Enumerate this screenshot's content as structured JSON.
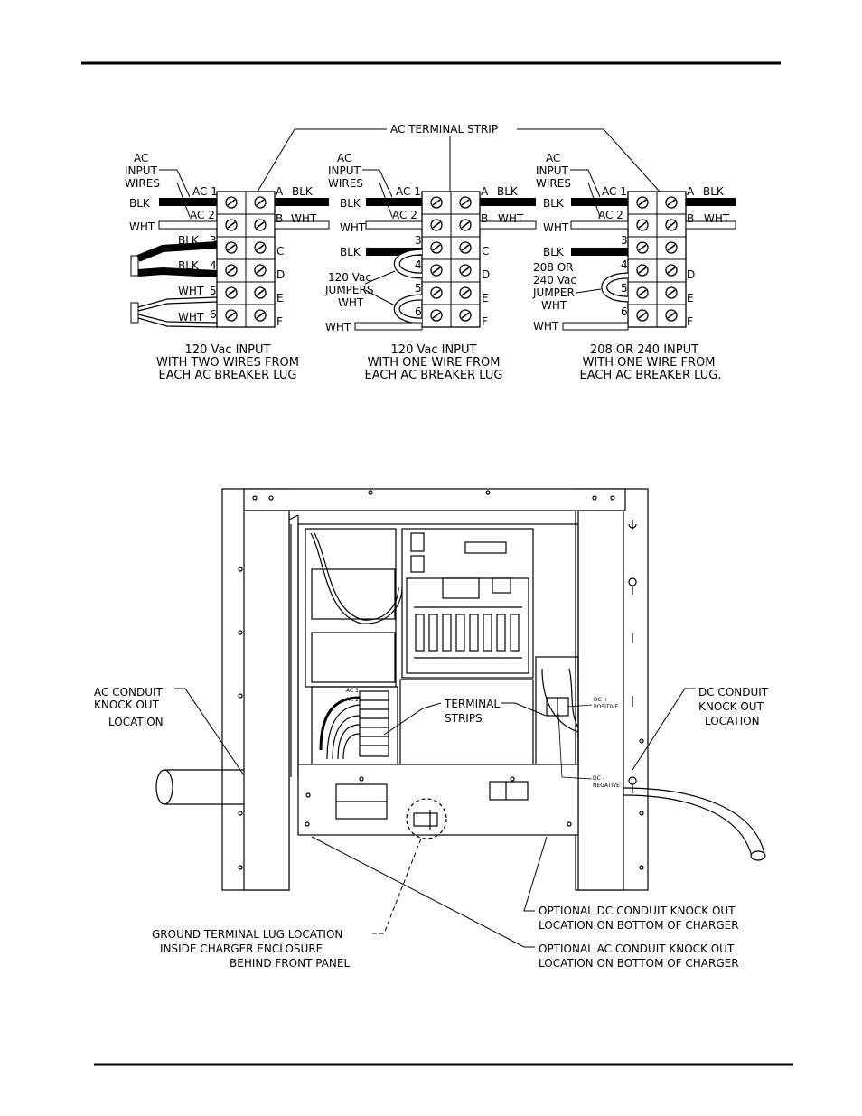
{
  "top": {
    "title": "AC TERMINAL STRIP",
    "left_label": [
      "AC",
      "INPUT",
      "WIRES"
    ],
    "wire": {
      "ac1": "AC 1",
      "ac2": "AC 2",
      "a": "A",
      "b": "B",
      "c": "C",
      "d": "D",
      "e": "E",
      "f": "F",
      "blk": "BLK",
      "wht": "WHT",
      "n3": "3",
      "n4": "4",
      "n5": "5",
      "n6": "6"
    },
    "mid_jumpers": [
      "120 Vac",
      "JUMPERS",
      "WHT"
    ],
    "right_jumper": [
      "208 OR",
      "240 Vac",
      "JUMPER",
      "WHT"
    ],
    "captions": {
      "left": [
        "120 Vac INPUT",
        "WITH TWO WIRES FROM",
        "EACH AC BREAKER LUG"
      ],
      "mid": [
        "120 Vac INPUT",
        "WITH ONE WIRE FROM",
        "EACH AC BREAKER LUG"
      ],
      "right": [
        "208 OR 240 INPUT",
        "WITH ONE WIRE FROM",
        "EACH AC BREAKER LUG."
      ]
    }
  },
  "bottom": {
    "ac_conduit": [
      "AC CONDUIT",
      "KNOCK OUT",
      "LOCATION"
    ],
    "dc_conduit": [
      "DC CONDUIT",
      "KNOCK OUT",
      "LOCATION"
    ],
    "terminal_strips": [
      "TERMINAL",
      "STRIPS"
    ],
    "dc_pos": [
      "DC +",
      "POSITIVE"
    ],
    "dc_neg": [
      "DC -",
      "NEGATIVE"
    ],
    "ac1": "AC 1",
    "ac2": "AC 2",
    "ground": [
      "GROUND TERMINAL LUG LOCATION",
      "INSIDE CHARGER ENCLOSURE",
      "BEHIND FRONT PANEL"
    ],
    "opt_dc": [
      "OPTIONAL DC CONDUIT KNOCK OUT",
      "LOCATION ON BOTTOM OF CHARGER"
    ],
    "opt_ac": [
      "OPTIONAL AC CONDUIT KNOCK OUT",
      "LOCATION ON BOTTOM OF CHARGER"
    ]
  }
}
